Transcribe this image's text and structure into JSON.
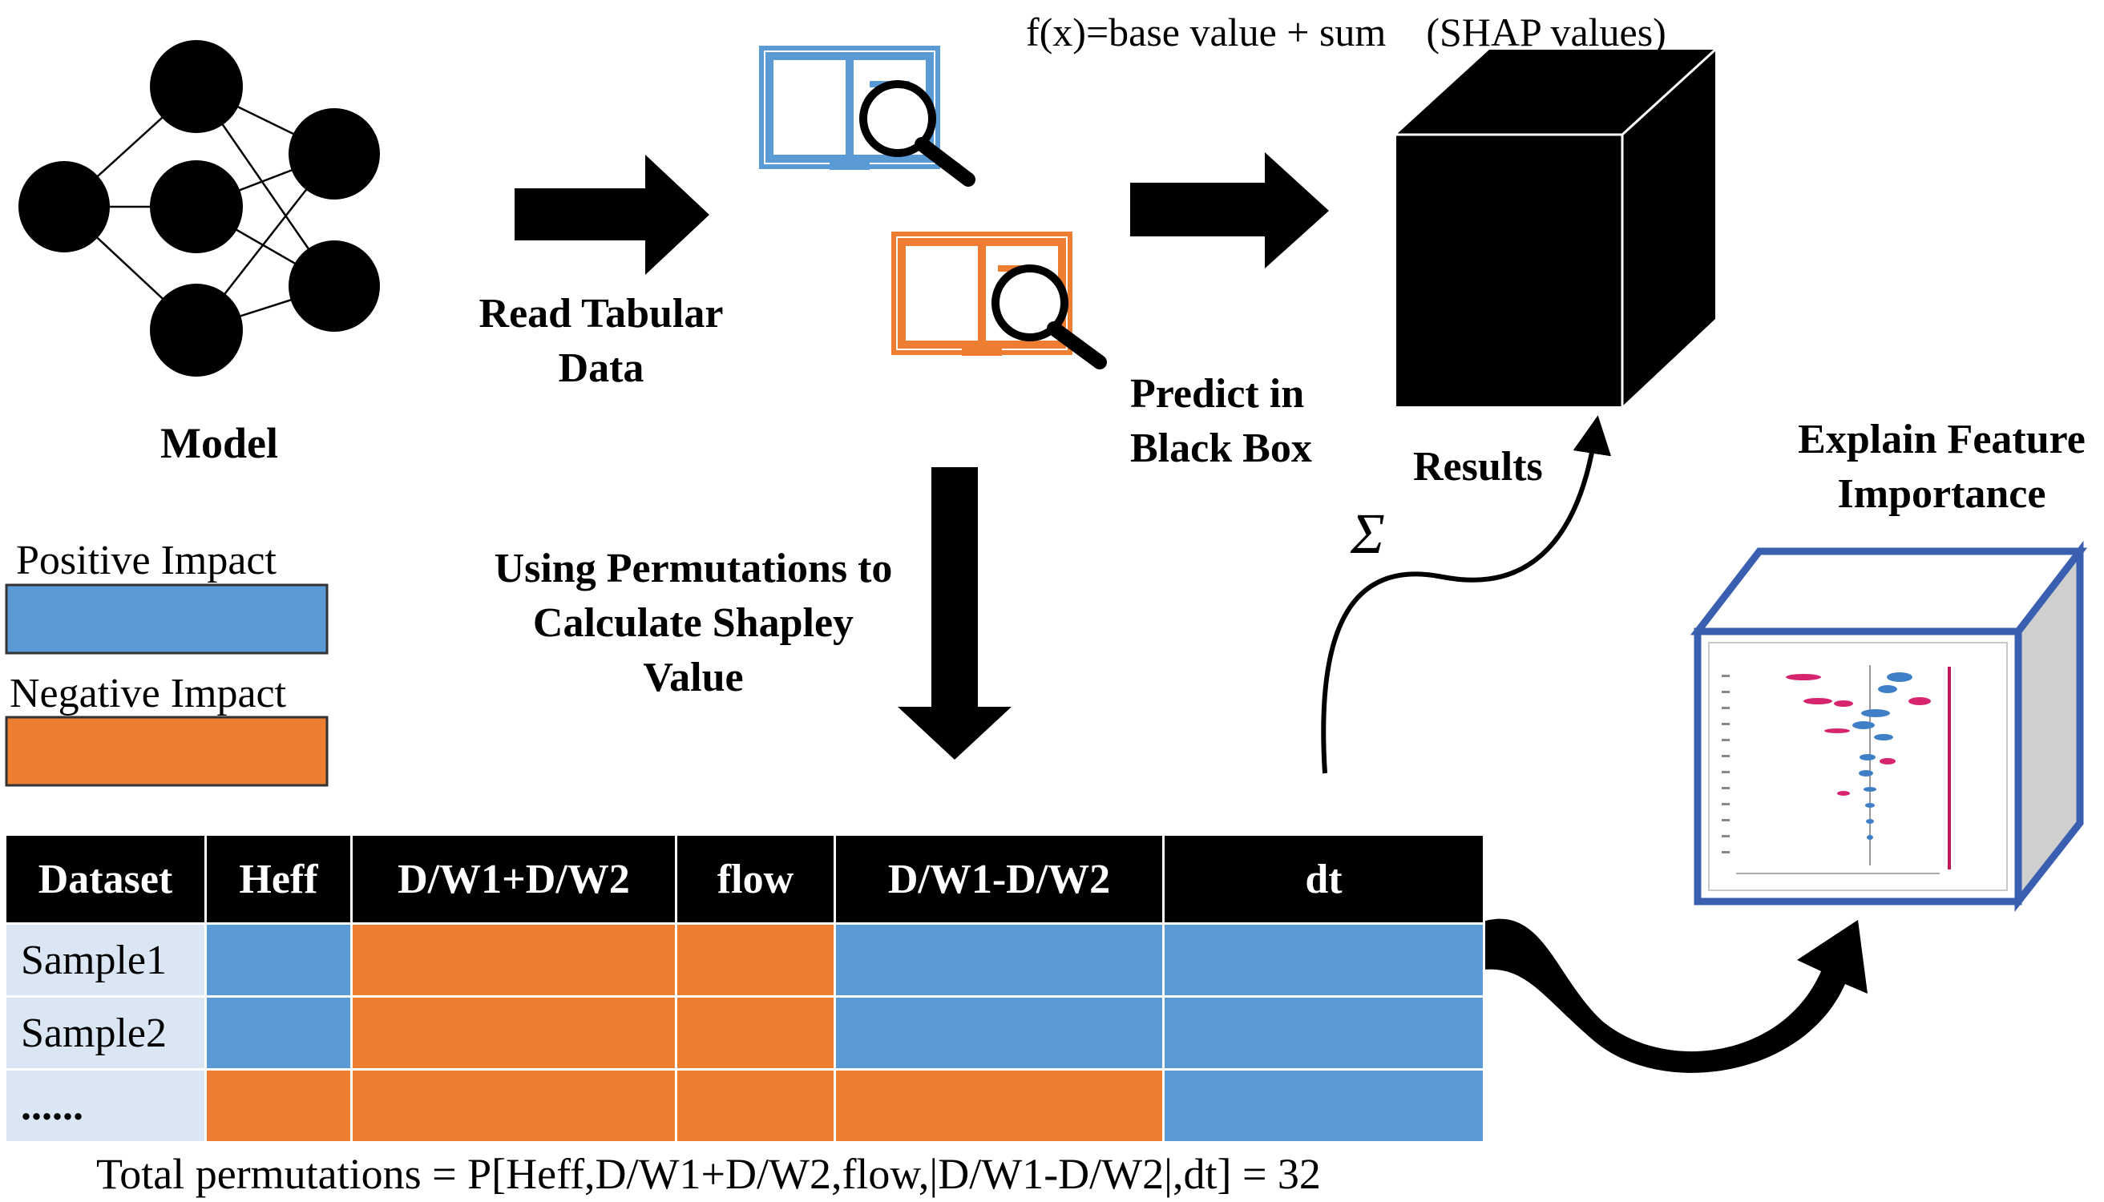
{
  "colors": {
    "positive": "#5b9bd5",
    "negative": "#ed7d31",
    "node": "#000000",
    "row_label_bg": "#dbe6f4",
    "feature_box_border": "#3a5fb0"
  },
  "icons": [
    "neural-network-icon",
    "tabular-data-icon",
    "magnifier-icon",
    "black-box-cube-icon",
    "feature-importance-cube-icon",
    "shap-plot-icon"
  ],
  "formula": "f(x)=base value + sum　(SHAP values)",
  "labels": {
    "model": "Model",
    "read_tabular": "Read Tabular Data",
    "predict": "Predict in Black Box",
    "results": "Results",
    "sigma": "Σ",
    "explain": "Explain Feature Importance",
    "permutations": "Using Permutations to Calculate Shapley Value"
  },
  "legend": {
    "positive": "Positive Impact",
    "negative": "Negative Impact"
  },
  "table": {
    "columns": [
      "Dataset",
      "Heff",
      "D/W1+D/W2",
      "flow",
      "D/W1-D/W2",
      "dt"
    ],
    "rows": [
      {
        "name": "Sample1",
        "impacts": [
          "positive",
          "negative",
          "negative",
          "positive",
          "positive"
        ]
      },
      {
        "name": "Sample2",
        "impacts": [
          "positive",
          "negative",
          "negative",
          "positive",
          "positive"
        ]
      },
      {
        "name": "......",
        "impacts": [
          "negative",
          "negative",
          "negative",
          "negative",
          "positive"
        ]
      }
    ]
  },
  "total": "Total permutations = P[Heff,D/W1+D/W2,flow,|D/W1-D/W2|,dt] = 32"
}
